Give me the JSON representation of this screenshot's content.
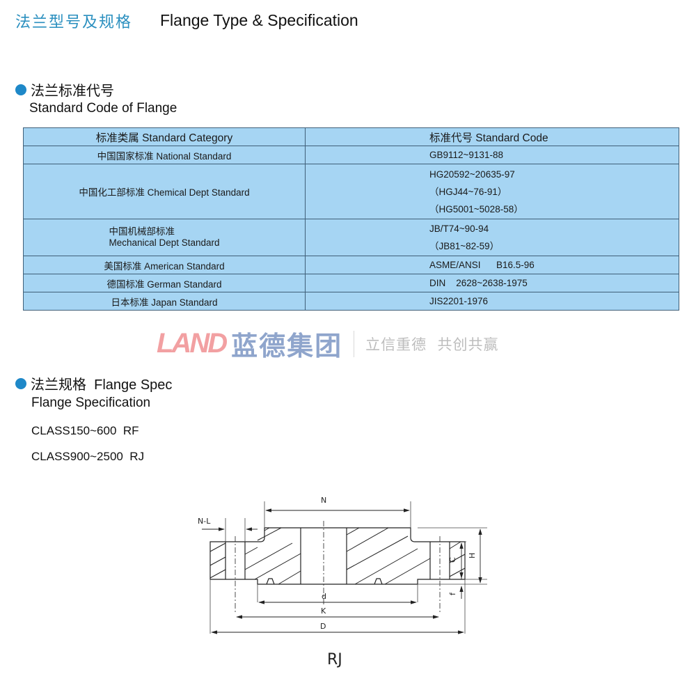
{
  "header": {
    "title_cn": "法兰型号及规格",
    "title_en": "Flange Type & Specification"
  },
  "standard_section": {
    "bullet_icon": "blue-dot",
    "heading_cn": "法兰标准代号",
    "heading_en": "Standard Code of Flange",
    "table": {
      "columns": [
        "标准类属  Standard Category",
        "标准代号 Standard Code"
      ],
      "rows": [
        {
          "category": "中国国家标准 National Standard",
          "codes": [
            "GB9112~9131-88"
          ]
        },
        {
          "category": "中国化工部标准 Chemical Dept Standard",
          "codes": [
            "HG20592~20635-97",
            "（HGJ44~76-91）",
            "（HG5001~5028-58）"
          ]
        },
        {
          "category_cn": "中国机械部标准",
          "category_en": "Mechanical Dept Standard",
          "codes": [
            "JB/T74~90-94",
            "（JB81~82-59）"
          ]
        },
        {
          "category": "美国标准 American Standard",
          "codes": [
            "ASME/ANSI      B16.5-96"
          ]
        },
        {
          "category": "德国标准 German Standard",
          "codes": [
            "DIN    2628~2638-1975"
          ]
        },
        {
          "category": "日本标准 Japan Standard",
          "codes": [
            "JIS2201-1976"
          ]
        }
      ]
    },
    "colors": {
      "table_bg": "#a6d5f3",
      "border": "#3f5f78",
      "accent": "#2a8fbf"
    }
  },
  "watermark": {
    "latin": "LAND",
    "cn": "蓝德集团",
    "slogan": "立信重德  共创共赢"
  },
  "spec_section": {
    "bullet_icon": "blue-dot",
    "heading": "法兰规格  Flange Spec",
    "subheading": "Flange Specification",
    "classes": [
      "CLASS150~600  RF",
      "CLASS900~2500  RJ"
    ]
  },
  "diagram": {
    "labels": {
      "N": "N",
      "NL": "N-L",
      "C": "C",
      "H": "H",
      "f": "f",
      "d": "d",
      "K": "K",
      "D": "D"
    },
    "caption": "RJ"
  }
}
